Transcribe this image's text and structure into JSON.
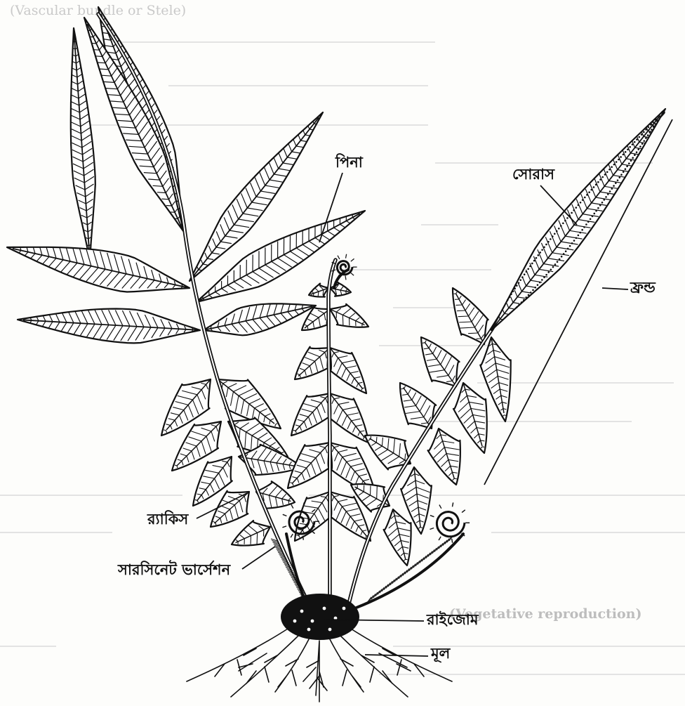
{
  "labels": {
    "pinna": "পিনা",
    "sorus": "সোরাস",
    "frond": "ফ্রন্ড",
    "rachis": "র‍্যাকিস",
    "circinate": "সারসিনেট ভার্সেশন",
    "rhizome": "রাইজোম",
    "root": "মূল"
  },
  "background_text": {
    "line_1": "(Vegetative reproduction)",
    "line_2": "(Vascular bundle or Stele)"
  },
  "colors": {
    "ink": "#111111",
    "paper": "#fdfdfb",
    "ghost_text": "#c9c9c9"
  }
}
